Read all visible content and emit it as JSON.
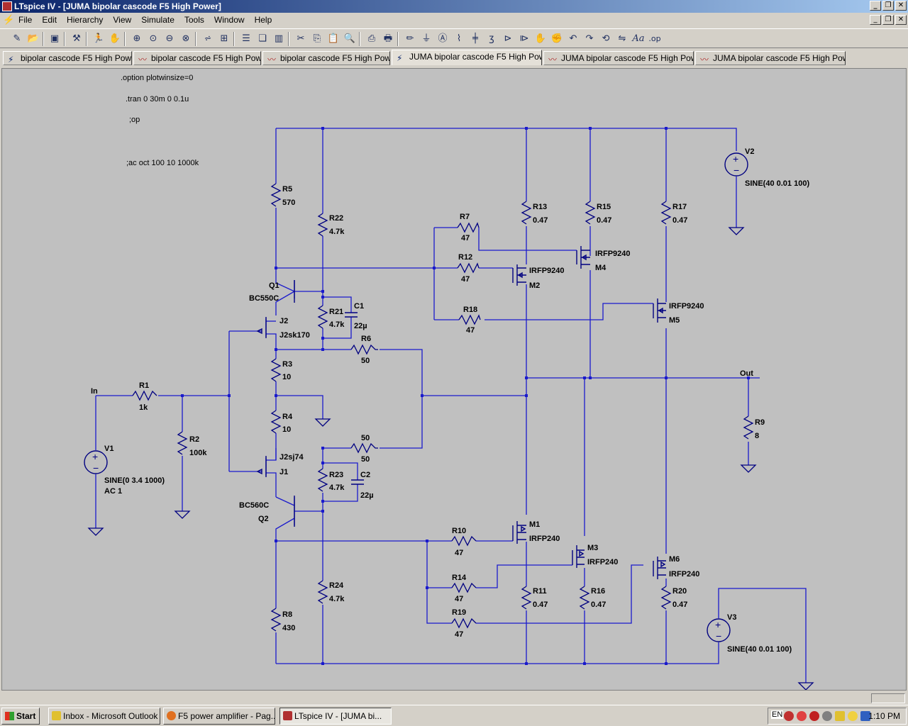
{
  "window": {
    "title": "LTspice IV - [JUMA bipolar cascode F5 High Power]"
  },
  "menu": [
    "File",
    "Edit",
    "Hierarchy",
    "View",
    "Simulate",
    "Tools",
    "Window",
    "Help"
  ],
  "toolbar_icons": [
    "new-schematic-icon",
    "open-icon",
    "save-icon",
    "control-panel-icon",
    "run-icon",
    "halt-icon",
    "zoom-in-icon",
    "zoom-pan-icon",
    "zoom-out-icon",
    "zoom-fit-icon",
    "tile-horizontal-icon",
    "cascade-icon",
    "tile-vertical-icon",
    "close-window-icon",
    "cut-icon",
    "copy-icon",
    "paste-icon",
    "find-icon",
    "print-setup-icon",
    "print-icon",
    "draw-wire-icon",
    "ground-icon",
    "label-net-icon",
    "resistor-icon",
    "capacitor-icon",
    "inductor-icon",
    "diode-icon",
    "component-icon",
    "move-icon",
    "drag-icon",
    "undo-icon",
    "redo-icon",
    "rotate-icon",
    "mirror-icon",
    "text-icon",
    "spice-directive-icon"
  ],
  "tabs": [
    {
      "label": "bipolar cascode F5 High Power",
      "kind": "schematic"
    },
    {
      "label": "bipolar cascode F5 High Power",
      "kind": "plot"
    },
    {
      "label": "bipolar cascode F5 High Power",
      "kind": "plot"
    },
    {
      "label": "JUMA bipolar cascode F5 High Power",
      "kind": "schematic",
      "active": true
    },
    {
      "label": "JUMA bipolar cascode F5 High Power",
      "kind": "plot"
    },
    {
      "label": "JUMA bipolar cascode F5 High Power",
      "kind": "plot"
    }
  ],
  "directives": [
    ".option plotwinsize=0",
    ".tran 0 30m 0 0.1u",
    ";op",
    ";ac oct 100 10 1000k"
  ],
  "components": {
    "R1": {
      "name": "R1",
      "value": "1k"
    },
    "R2": {
      "name": "R2",
      "value": "100k"
    },
    "R3": {
      "name": "R3",
      "value": "10"
    },
    "R4": {
      "name": "R4",
      "value": "10"
    },
    "R5": {
      "name": "R5",
      "value": "570"
    },
    "R6": {
      "name": "R6",
      "value": "50"
    },
    "R6b": {
      "name": "50",
      "value": "50"
    },
    "R7": {
      "name": "R7",
      "value": "47"
    },
    "R8": {
      "name": "R8",
      "value": "430"
    },
    "R9": {
      "name": "R9",
      "value": "8"
    },
    "R10": {
      "name": "R10",
      "value": "47"
    },
    "R11": {
      "name": "R11",
      "value": "0.47"
    },
    "R12": {
      "name": "R12",
      "value": "47"
    },
    "R13": {
      "name": "R13",
      "value": "0.47"
    },
    "R14": {
      "name": "R14",
      "value": "47"
    },
    "R15": {
      "name": "R15",
      "value": "0.47"
    },
    "R16": {
      "name": "R16",
      "value": "0.47"
    },
    "R17": {
      "name": "R17",
      "value": "0.47"
    },
    "R18": {
      "name": "R18",
      "value": "47"
    },
    "R19": {
      "name": "R19",
      "value": "47"
    },
    "R20": {
      "name": "R20",
      "value": "0.47"
    },
    "R21": {
      "name": "R21",
      "value": "4.7k"
    },
    "R22": {
      "name": "R22",
      "value": "4.7k"
    },
    "R23": {
      "name": "R23",
      "value": "4.7k"
    },
    "R24": {
      "name": "R24",
      "value": "4.7k"
    },
    "C1": {
      "name": "C1",
      "value": "22µ"
    },
    "C2": {
      "name": "C2",
      "value": "22µ"
    },
    "Q1": {
      "name": "Q1",
      "value": "BC550C"
    },
    "Q2": {
      "name": "Q2",
      "value": "BC560C"
    },
    "J1": {
      "name": "J1",
      "value": "J2sj74"
    },
    "J2": {
      "name": "J2",
      "value": "J2sk170"
    },
    "M1": {
      "name": "M1",
      "value": "IRFP240"
    },
    "M2": {
      "name": "M2",
      "value": "IRFP9240"
    },
    "M3": {
      "name": "M3",
      "value": "IRFP240"
    },
    "M4": {
      "name": "M4",
      "value": "IRFP9240"
    },
    "M5": {
      "name": "M5",
      "value": "IRFP9240"
    },
    "M6": {
      "name": "M6",
      "value": "IRFP240"
    },
    "V1": {
      "name": "V1",
      "value": "SINE(0 3.4 1000)",
      "extra": "AC 1"
    },
    "V2": {
      "name": "V2",
      "value": "SINE(40 0.01 100)"
    },
    "V3": {
      "name": "V3",
      "value": "SINE(40 0.01 100)"
    }
  },
  "net_labels": {
    "in": "In",
    "out": "Out"
  },
  "taskbar": {
    "start": "Start",
    "tasks": [
      "Inbox - Microsoft Outlook",
      "F5 power amplifier - Pag...",
      "LTspice IV - [JUMA bi..."
    ],
    "lang": "EN",
    "clock": "1:10 PM"
  },
  "colors": {
    "wire": "#1a1acc",
    "component": "#000080",
    "canvas": "#c0c0c0",
    "title_start": "#0a246a",
    "title_end": "#a6caf0"
  }
}
